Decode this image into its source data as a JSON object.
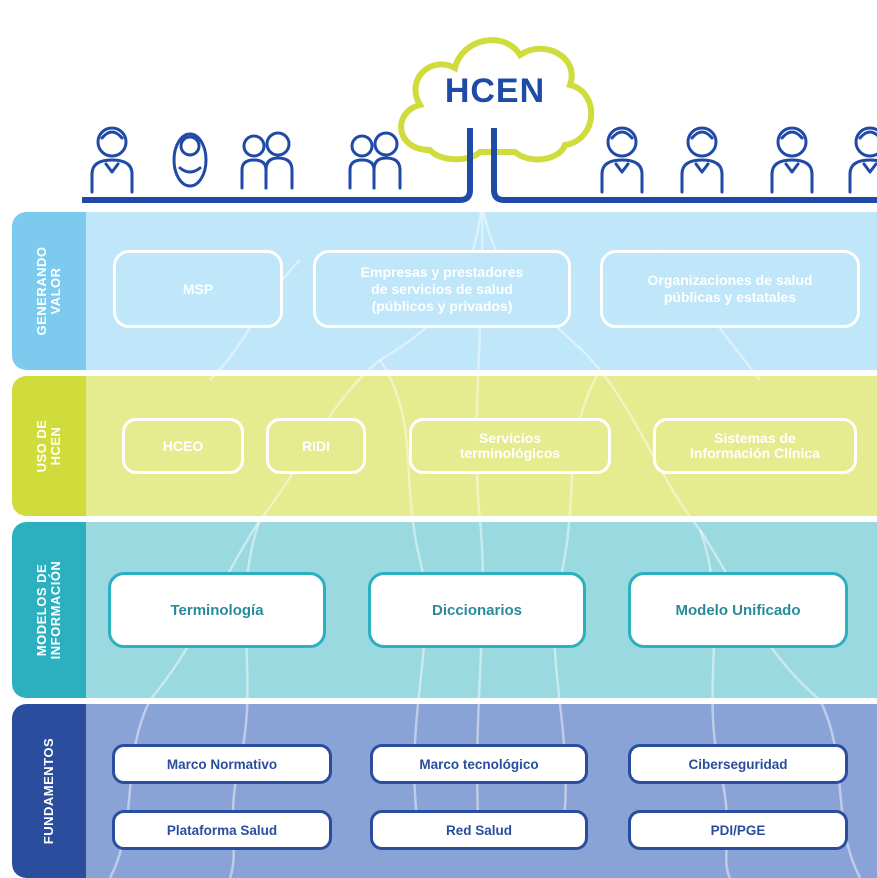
{
  "header": {
    "cloud_title": "HCEN"
  },
  "colors": {
    "navy": "#1f4aa6",
    "generando_valor": "#7ccbef",
    "uso_de_hcen": "#cfdc3b",
    "modelos_de_informacion": "#2cb0bf",
    "fundamentos": "#2b4d9e",
    "cloud_outline": "#cfdc3b"
  },
  "people": [
    {
      "icon": "woman-icon"
    },
    {
      "icon": "baby-icon"
    },
    {
      "icon": "children-icon"
    },
    {
      "icon": "couple-icon"
    },
    {
      "icon": "man-icon"
    },
    {
      "icon": "woman-elder-icon"
    },
    {
      "icon": "elderly-man-icon"
    },
    {
      "icon": "elderly-woman-icon"
    }
  ],
  "layers": {
    "generando_valor": {
      "label": "GENERANDO\nVALOR",
      "items": [
        "MSP",
        "Empresas y prestadores\nde servicios de salud\n(públicos y privados)",
        "Organizaciones de salud\npúblicas y estatales"
      ]
    },
    "uso_de_hcen": {
      "label": "USO DE\nHCEN",
      "items": [
        "HCEO",
        "RIDI",
        "Servicios\nterminológicos",
        "Sistemas de\nInformación Clínica"
      ]
    },
    "modelos_de_informacion": {
      "label": "MODELOS DE\nINFORMACIÓN",
      "items": [
        "Terminología",
        "Diccionarios",
        "Modelo Unificado"
      ]
    },
    "fundamentos": {
      "label": "FUNDAMENTOS",
      "items": [
        "Marco Normativo",
        "Marco tecnológico",
        "Ciberseguridad",
        "Plataforma Salud",
        "Red Salud",
        "PDI/PGE"
      ]
    }
  }
}
